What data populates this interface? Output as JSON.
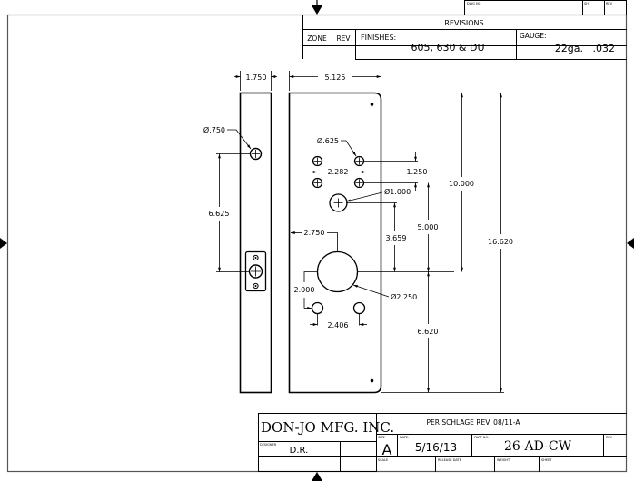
{
  "title_block_top": {
    "dwg_no_label": "DWG NO",
    "sh_label": "SH",
    "rev_label": "REV",
    "revisions_title": "REVISIONS",
    "zone_label": "ZONE",
    "rev_col_label": "REV",
    "finishes_label": "FINISHES:",
    "finishes_value": "605, 630 & DU",
    "gauge_label": "GAUGE:",
    "gauge_value": "22ga.   .032"
  },
  "dimensions": {
    "edge_width": "1.750",
    "plate_width": "5.125",
    "edge_hole_dia": "Ø.750",
    "edge_hole_spacing": "6.625",
    "small_hole_dia": "Ø.625",
    "small_hole_spacing_h": "2.282",
    "small_hole_spacing_v": "1.250",
    "mid_hole_dia": "Ø1.000",
    "top_to_center": "10.000",
    "overall_height": "16.620",
    "mid_to_center": "3.659",
    "small_to_center": "5.000",
    "center_from_left": "2.750",
    "large_hole_dia": "Ø2.250",
    "lower_holes_offset": "2.000",
    "lower_holes_spacing": "2.406",
    "center_to_bottom": "6.620"
  },
  "title_block_bottom": {
    "company": "DON-JO MFG. INC.",
    "note": "PER SCHLAGE REV. 08/11-A",
    "designer_label": "DESIGNER",
    "designer_value": "D.R.",
    "size_label": "SIZE",
    "size_value": "A",
    "date_label": "DATE:",
    "date_value": "5/16/13",
    "part_no_label": "PART NO.",
    "part_no_value": "26-AD-CW",
    "rev_label": "REV",
    "scale_label": "SCALE",
    "release_date_label": "RELEASE DATE",
    "weight_label": "WEIGHT",
    "sheet_label": "SHEET"
  }
}
